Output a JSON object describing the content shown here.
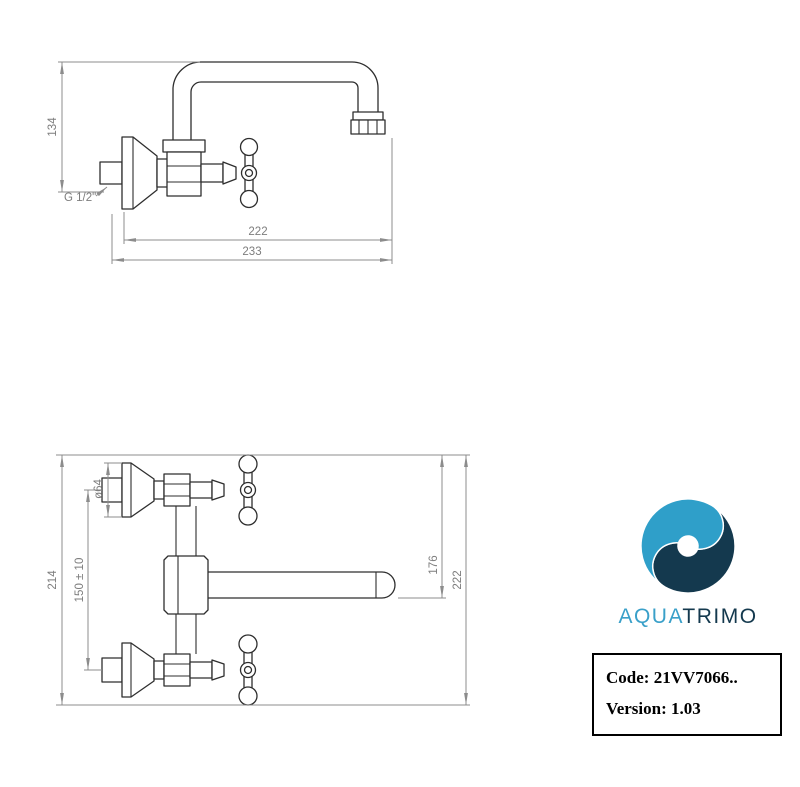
{
  "drawings": {
    "top": {
      "dim_height": "134",
      "thread_label": "G 1/2\"",
      "dim_spout_reach": "222",
      "dim_total_reach": "233"
    },
    "bottom": {
      "dim_total_height": "214",
      "dim_centers": "150 ± 10",
      "dim_flange_diameter": "ø64",
      "dim_upper_height": "176",
      "dim_overall_height": "222"
    }
  },
  "brand": {
    "name_aqua": "AQUA",
    "name_trimo": "TRIMO"
  },
  "info": {
    "code_label": "Code:",
    "code_value": "21VV7066..",
    "version_label": "Version:",
    "version_value": "1.03"
  },
  "colors": {
    "drawing_line": "#2e2e2e",
    "dimension_line": "#8c8c8c",
    "brand_light_blue": "#3aa0c9",
    "brand_dark_navy": "#14394e"
  }
}
